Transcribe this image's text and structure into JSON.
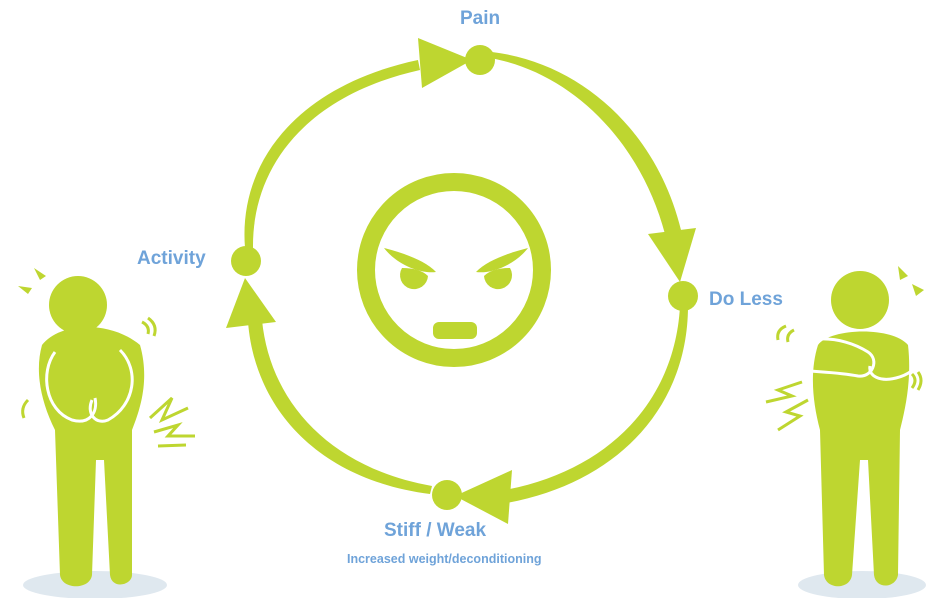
{
  "colors": {
    "accent": "#bed630",
    "label": "#6fa3d9",
    "shadow": "#dfe8ef",
    "white": "#ffffff"
  },
  "cycle": {
    "nodes": {
      "pain": "Pain",
      "do_less": "Do Less",
      "stiff_weak": "Stiff / Weak",
      "stiff_weak_sub": "Increased weight/deconditioning",
      "activity": "Activity"
    }
  },
  "icons": {
    "center": "angry-face-icon",
    "left": "person-stomach-pain-icon",
    "right": "person-arm-pain-icon"
  }
}
